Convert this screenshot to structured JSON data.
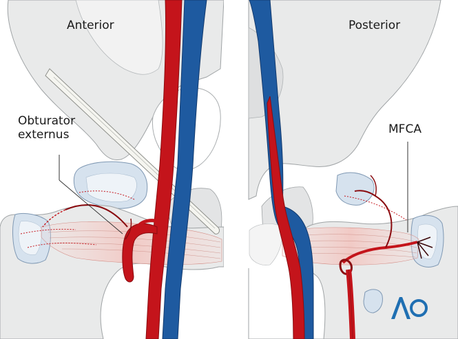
{
  "panels": {
    "left": {
      "title": "Anterior"
    },
    "right": {
      "title": "Posterior"
    }
  },
  "labels": {
    "obturator_line1": "Obturator",
    "obturator_line2": "externus",
    "mfca": "MFCA"
  },
  "logo": {
    "text": "AO",
    "icon": "ao-logo-icon"
  },
  "colors": {
    "bone": "#e9eaea",
    "bone_dark": "#c9cccd",
    "artery": "#c4141b",
    "artery_dark": "#8a0c10",
    "vein": "#1e5aa0",
    "vein_dark": "#123a6e",
    "cartilage": "#c5d7e8",
    "muscle": "#f3cfcb",
    "logo": "#1f6fb2"
  }
}
